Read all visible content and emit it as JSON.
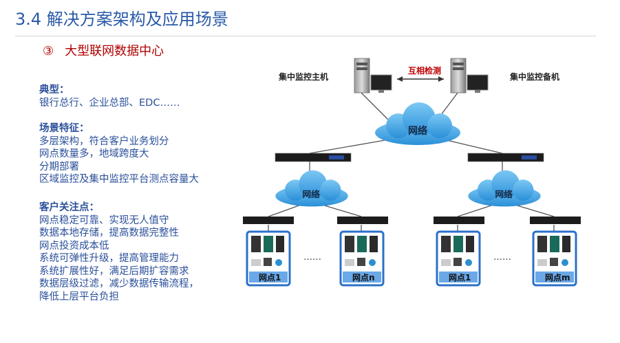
{
  "title": "3.4 解决方案架构及应用场景",
  "subtitle": {
    "number": "③",
    "text": "大型联网数据中心"
  },
  "sections": [
    {
      "heading": "典型：",
      "lines": [
        "银行总行、企业总部、EDC……"
      ]
    },
    {
      "heading": "场景特征：",
      "lines": [
        "多层架构，符合客户业务划分",
        "网点数量多，地域跨度大",
        "分期部署",
        "区域监控及集中监控平台测点容量大"
      ]
    },
    {
      "heading": "客户关注点：",
      "lines": [
        "网点稳定可靠、实现无人值守",
        "数据本地存储，提高数据完整性",
        "网点投资成本低",
        "系统可弹性升级，提高管理能力",
        "系统扩展性好，满足后期扩容需求",
        "数据层级过滤，减少数据传输流程，",
        "降低上层平台负担"
      ]
    }
  ],
  "diagram": {
    "main_host": "集中监控主机",
    "backup_host": "集中监控备机",
    "mutual_check": "互相检测",
    "top_cloud": "网络",
    "region_cloud_left": "网络",
    "region_cloud_right": "网络",
    "ellipsis": "……",
    "sites": [
      "网点1",
      "网点n",
      "网点1",
      "网点m"
    ],
    "colors": {
      "cloud": "#3aa0e0",
      "site_frame": "#2a70c8",
      "site_label_bg": "#6aa8e8",
      "link": "#444444",
      "check_text": "#c00000"
    }
  }
}
